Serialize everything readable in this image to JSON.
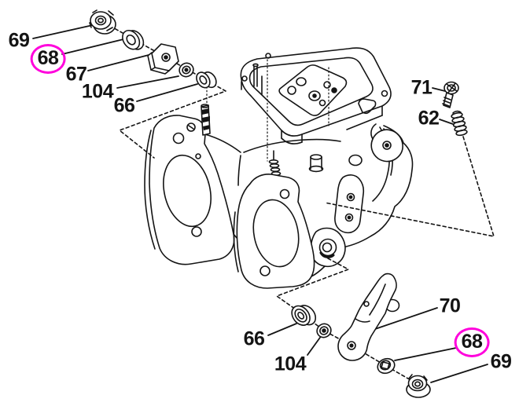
{
  "diagram": {
    "kind": "exploded-parts-diagram",
    "subject": "Carburetor assembly",
    "background_color": "#ffffff",
    "line_color": "#141414",
    "highlight_color": "#ff00dc"
  },
  "callouts": [
    {
      "id": "top-69",
      "label": "69",
      "circled": false
    },
    {
      "id": "top-68",
      "label": "68",
      "circled": true
    },
    {
      "id": "top-67",
      "label": "67",
      "circled": false
    },
    {
      "id": "top-104",
      "label": "104",
      "circled": false
    },
    {
      "id": "top-66",
      "label": "66",
      "circled": false
    },
    {
      "id": "right-71",
      "label": "71",
      "circled": false
    },
    {
      "id": "right-62",
      "label": "62",
      "circled": false
    },
    {
      "id": "bottom-66",
      "label": "66",
      "circled": false
    },
    {
      "id": "bottom-104",
      "label": "104",
      "circled": false
    },
    {
      "id": "bottom-70",
      "label": "70",
      "circled": false
    },
    {
      "id": "bottom-68",
      "label": "68",
      "circled": true
    },
    {
      "id": "bottom-69",
      "label": "69",
      "circled": false
    }
  ],
  "parts": [
    "flange-nut",
    "washer",
    "hex-fitting",
    "nut",
    "bushing",
    "carburetor-body",
    "screw",
    "spring",
    "bushing",
    "nut",
    "throttle-lever",
    "washer",
    "flange-nut"
  ]
}
